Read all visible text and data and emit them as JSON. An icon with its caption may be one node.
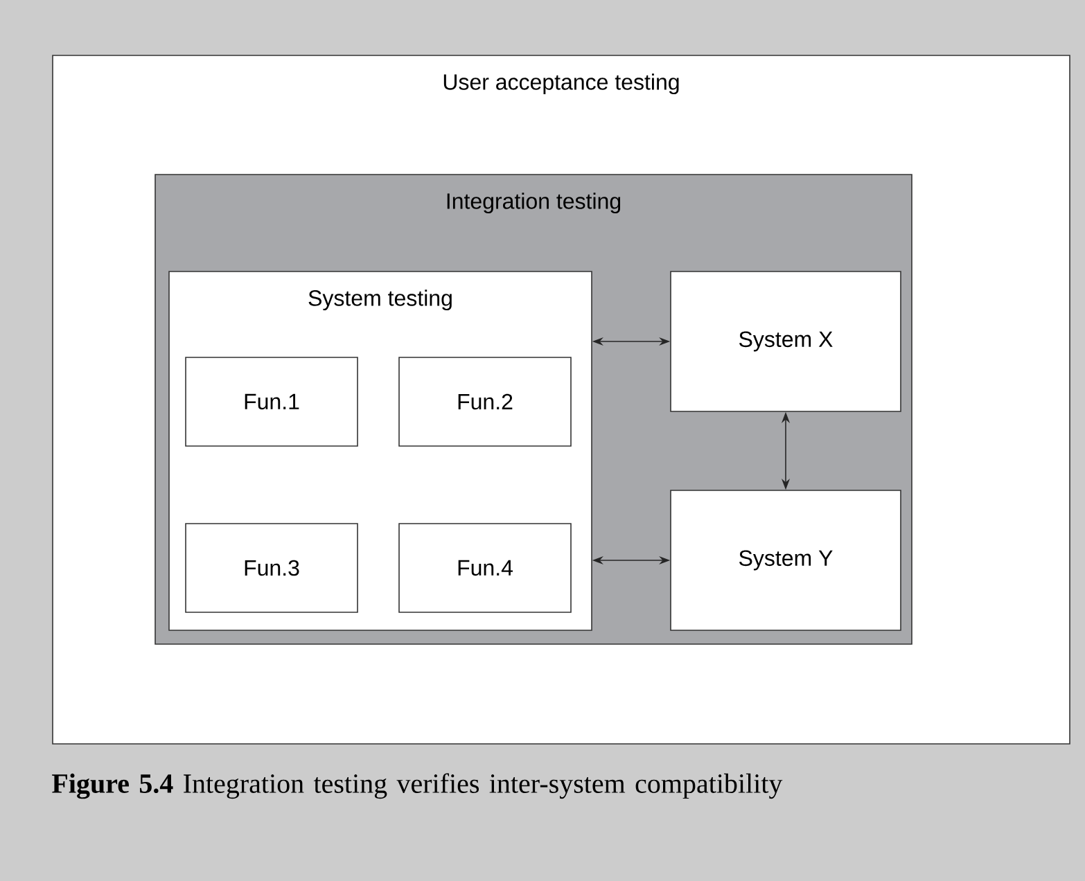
{
  "diagram": {
    "caption": "**Figure 5.4** Integration testing verifies inter-system compatibility",
    "nodes": [
      {
        "text": [
          "User acceptance testing"
        ]
      },
      {
        "text": [
          "Integration testing"
        ],
        "in": 0
      },
      {
        "text": [
          "System testing"
        ],
        "in": 1
      },
      {
        "text": [
          "Fun.1"
        ],
        "in": 2
      },
      {
        "text": [
          "Fun.2"
        ],
        "in": 2
      },
      {
        "text": [
          "Fun.3"
        ],
        "in": 2
      },
      {
        "text": [
          "Fun.4"
        ],
        "in": 2
      },
      {
        "text": [
          "System X"
        ],
        "in": 1
      },
      {
        "text": [
          "System Y"
        ],
        "in": 1
      }
    ],
    "edges": [
      {
        "from": 2,
        "to": 7,
        "arrow": "both"
      },
      {
        "from": 2,
        "to": 8,
        "arrow": "both"
      },
      {
        "from": 7,
        "to": 8,
        "arrow": "both"
      }
    ]
  }
}
